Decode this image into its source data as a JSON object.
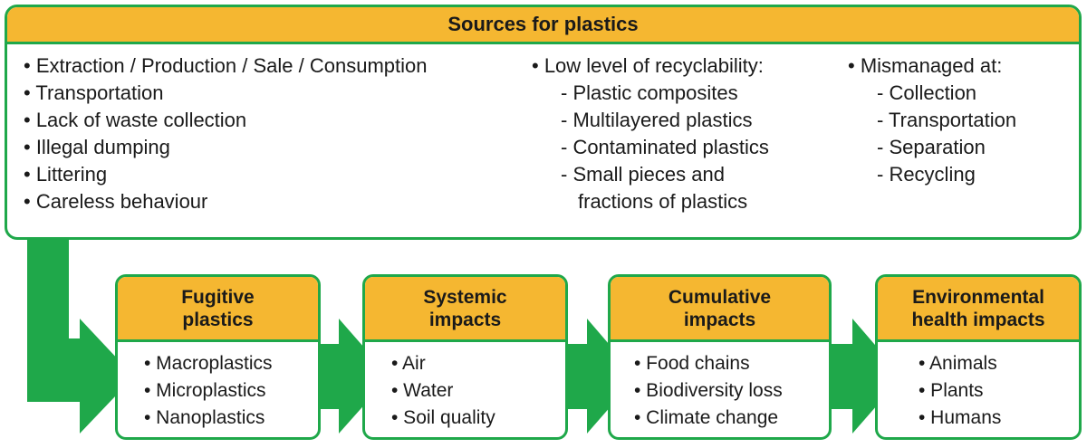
{
  "header": {
    "title": "Sources for plastics"
  },
  "sources": {
    "col1": [
      "• Extraction / Production / Sale / Consumption",
      "• Transportation",
      "• Lack of waste collection",
      "• Illegal dumping",
      "• Littering",
      "• Careless behaviour"
    ],
    "col2": {
      "heading": "• Low level of recyclability:",
      "items": [
        "- Plastic composites",
        "- Multilayered plastics",
        "- Contaminated plastics",
        "- Small pieces and",
        "fractions of plastics"
      ]
    },
    "col3": {
      "heading": "• Mismanaged at:",
      "items": [
        "- Collection",
        "- Transportation",
        "- Separation",
        "- Recycling"
      ]
    }
  },
  "boxes": [
    {
      "title1": "Fugitive",
      "title2": "plastics",
      "items": [
        "• Macroplastics",
        "• Microplastics",
        "• Nanoplastics"
      ]
    },
    {
      "title1": "Systemic",
      "title2": "impacts",
      "items": [
        "• Air",
        "• Water",
        "• Soil quality"
      ]
    },
    {
      "title1": "Cumulative",
      "title2": "impacts",
      "items": [
        "• Food chains",
        "• Biodiversity loss",
        "• Climate change"
      ]
    },
    {
      "title1": "Environmental",
      "title2": "health impacts",
      "items": [
        "• Animals",
        "• Plants",
        "• Humans"
      ]
    }
  ],
  "colors": {
    "green": "#1fa84a",
    "yellow": "#f5b731"
  }
}
